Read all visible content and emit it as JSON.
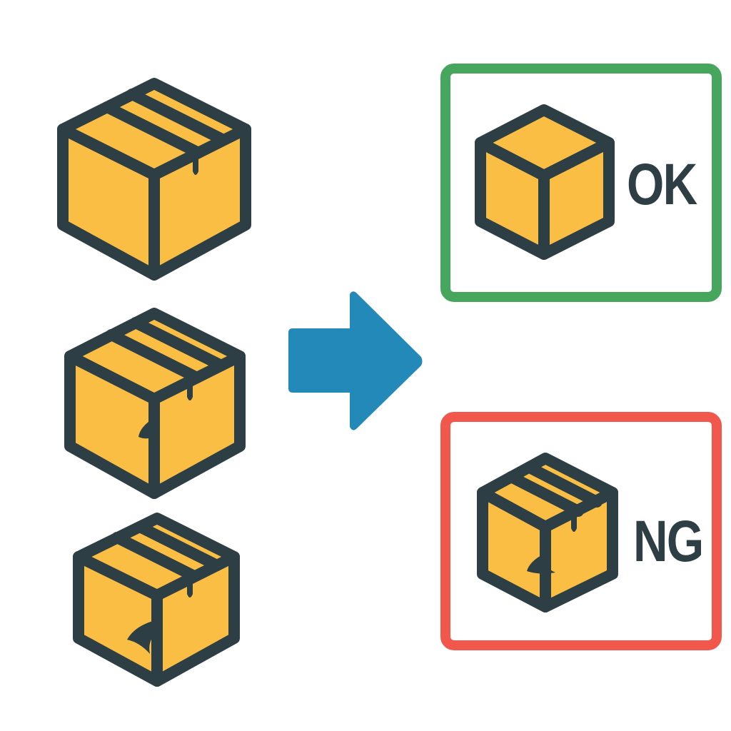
{
  "colors": {
    "box_fill": "#FBBE44",
    "outline": "#2D3F44",
    "arrow": "#2389B8",
    "ok_border": "#46A65E",
    "ng_border": "#F1574A",
    "background": "#FFFFFF"
  },
  "input_boxes": [
    {
      "name": "intact-box",
      "icon": "package-icon",
      "damage": "none"
    },
    {
      "name": "cracked-box",
      "icon": "damaged-package-icon",
      "damage": "crack"
    },
    {
      "name": "cracked-box",
      "icon": "damaged-package-icon",
      "damage": "crack"
    }
  ],
  "arrow": {
    "icon": "right-arrow-icon",
    "direction": "right"
  },
  "results": {
    "ok": {
      "label": "OK",
      "icon": "package-icon"
    },
    "ng": {
      "label": "NG",
      "icon": "damaged-package-icon"
    }
  }
}
